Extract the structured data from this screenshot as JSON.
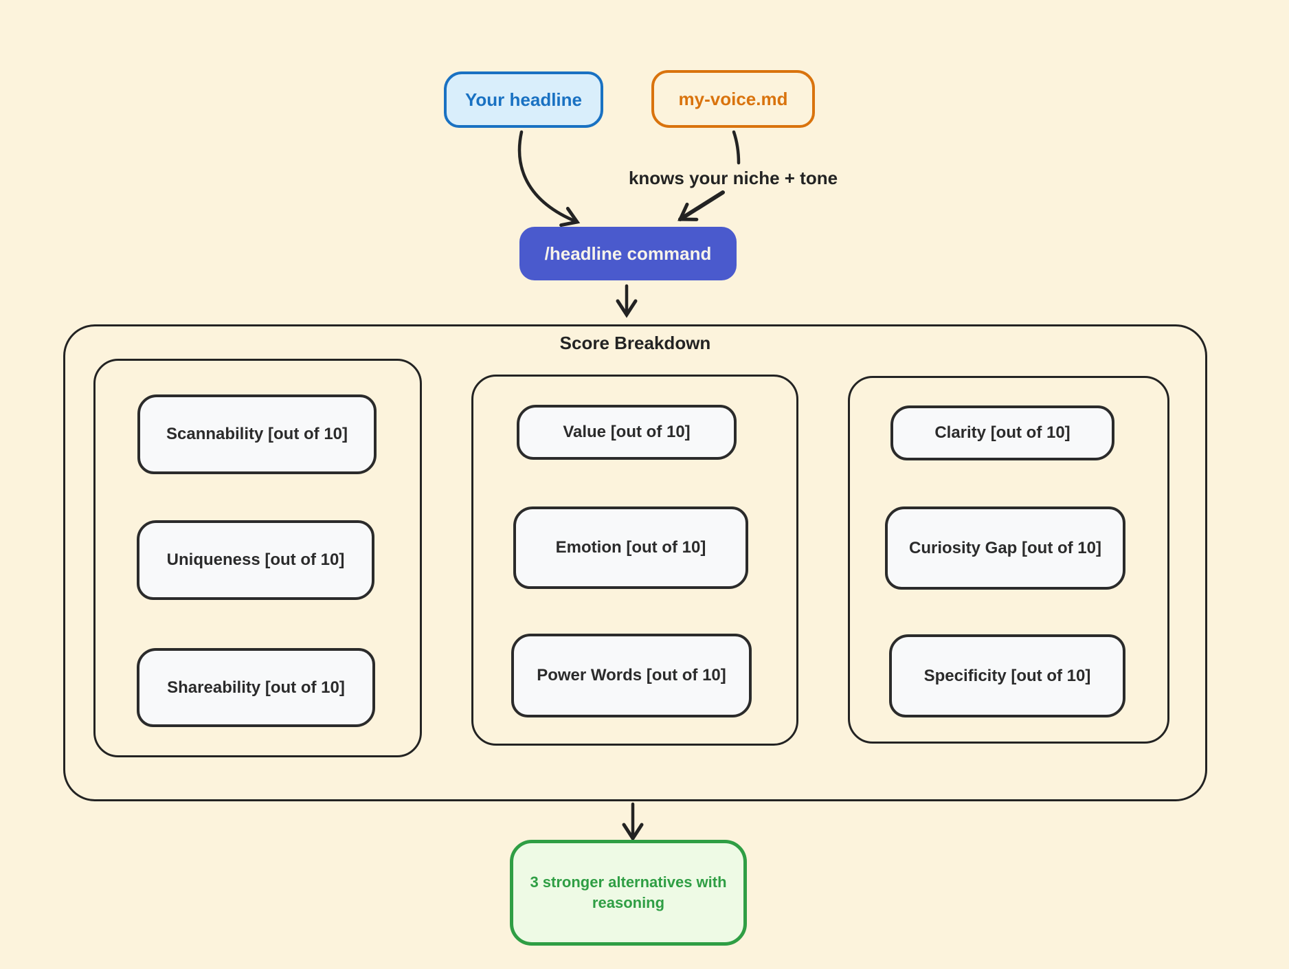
{
  "nodes": {
    "your_headline": {
      "label": "Your headline"
    },
    "my_voice": {
      "label": "my-voice.md"
    },
    "edge_label": "knows your niche + tone",
    "headline_command": {
      "label": "/headline command"
    },
    "result": {
      "label": "3 stronger alternatives with reasoning"
    }
  },
  "score_breakdown": {
    "title": "Score Breakdown",
    "columns": [
      {
        "items": [
          "Scannability [out of 10]",
          "Uniqueness [out of 10]",
          "Shareability [out of 10]"
        ]
      },
      {
        "items": [
          "Value [out of 10]",
          "Emotion [out of 10]",
          "Power Words [out of 10]"
        ]
      },
      {
        "items": [
          "Clarity [out of 10]",
          "Curiosity Gap [out of 10]",
          "Specificity [out of 10]"
        ]
      }
    ]
  },
  "colors": {
    "background": "#fcf3dc",
    "ink": "#232323",
    "blue_border": "#1971c2",
    "blue_fill": "#d9eefb",
    "orange": "#d9730d",
    "indigo_fill": "#4a5acd",
    "indigo_text": "#f7f3ea",
    "green": "#2f9e44",
    "green_fill": "#eefae5",
    "card_fill": "#f8f9fa"
  }
}
